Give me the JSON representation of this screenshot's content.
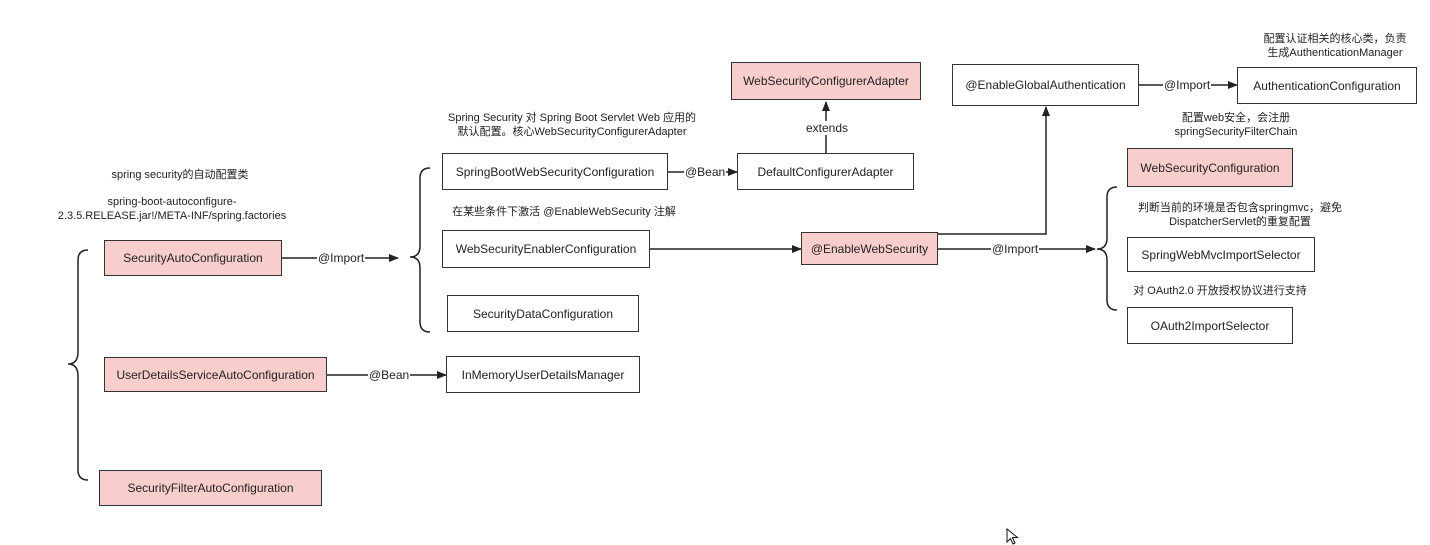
{
  "colors": {
    "highlight_fill": "#f8cecc",
    "default_fill": "#ffffff",
    "stroke": "#333333"
  },
  "notes": {
    "spring_security_auto": "spring security的自动配置类",
    "spring_factories_line1": "spring-boot-autoconfigure-",
    "spring_factories_line2": "2.3.5.RELEASE.jar!/META-INF/spring.factories",
    "spring_security_web_line1": "Spring Security 对 Spring Boot Servlet Web 应用的",
    "spring_security_web_line2": "默认配置。核心WebSecurityConfigurerAdapter",
    "enabler_condition": "在某些条件下激活 @EnableWebSecurity 注解",
    "auth_core_line1": "配置认证相关的核心类，负责",
    "auth_core_line2": "生成AuthenticationManager",
    "web_security_line1": "配置web安全，会注册",
    "web_security_line2": "springSecurityFilterChain",
    "springmvc_line1": "判断当前的环境是否包含springmvc，避免",
    "springmvc_line2": "DispatcherServlet的重复配置",
    "oauth_support": "对 OAuth2.0 开放授权协议进行支持"
  },
  "nodes": {
    "security_auto_config": "SecurityAutoConfiguration",
    "user_details_auto_config": "UserDetailsServiceAutoConfiguration",
    "security_filter_auto_config": "SecurityFilterAutoConfiguration",
    "springboot_web_security_config": "SpringBootWebSecurityConfiguration",
    "web_security_enabler_config": "WebSecurityEnablerConfiguration",
    "security_data_config": "SecurityDataConfiguration",
    "in_memory_user_details_manager": "InMemoryUserDetailsManager",
    "default_configurer_adapter": "DefaultConfigurerAdapter",
    "web_security_configurer_adapter": "WebSecurityConfigurerAdapter",
    "enable_web_security": "@EnableWebSecurity",
    "enable_global_authentication": "@EnableGlobalAuthentication",
    "authentication_configuration": "AuthenticationConfiguration",
    "web_security_configuration": "WebSecurityConfiguration",
    "spring_web_mvc_import_selector": "SpringWebMvcImportSelector",
    "oauth2_import_selector": "OAuth2ImportSelector"
  },
  "edge_labels": {
    "import_1": "@Import",
    "bean_1": "@Bean",
    "bean_2": "@Bean",
    "extends": "extends",
    "import_2": "@Import",
    "import_3": "@Import"
  }
}
